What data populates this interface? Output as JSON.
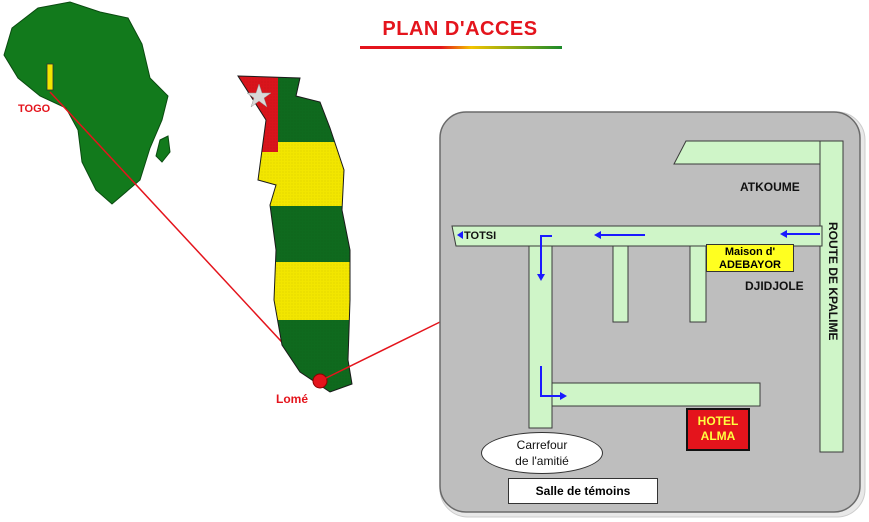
{
  "title": "PLAN D'ACCES",
  "labels": {
    "togo": "TOGO",
    "lome": "Lomé",
    "totsi": "TOTSI",
    "atkoume": "ATKOUME",
    "djidjole": "DJIDJOLE",
    "route_kpalime": "ROUTE DE KPALIME",
    "maison_line1": "Maison d'",
    "maison_line2": "ADEBAYOR",
    "hotel_line1": "HOTEL",
    "hotel_line2": "ALMA",
    "carrefour_line1": "Carrefour",
    "carrefour_line2": "de l'amitié",
    "salle": "Salle de témoins"
  },
  "colors": {
    "title_red": "#e4141c",
    "continent_green": "#127a1c",
    "flag_green": "#0f6a1e",
    "flag_yellow": "#f2e600",
    "flag_red": "#d9141c",
    "map_panel": "#bebebe",
    "road": "#cff5c8",
    "arrow": "#1a1aff",
    "maison_bg": "#ffff20",
    "hotel_bg": "#e4141c",
    "hotel_text": "#ffff40"
  },
  "icons": [
    "star-icon",
    "location-dot-icon",
    "arrow-left-icon",
    "arrow-down-icon",
    "arrow-right-icon"
  ]
}
